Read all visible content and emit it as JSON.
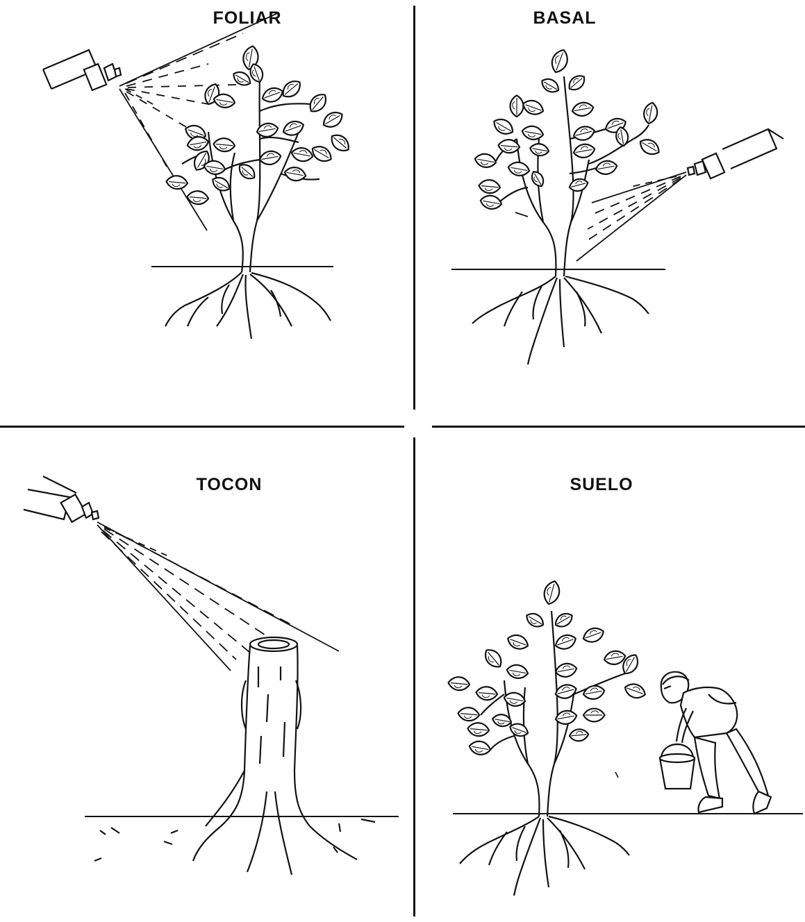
{
  "panels": {
    "foliar": {
      "title": "FOLIAR"
    },
    "basal": {
      "title": "BASAL"
    },
    "tocon": {
      "title": "TOCON"
    },
    "suelo": {
      "title": "SUELO"
    }
  },
  "colors": {
    "ink": "#111111",
    "paper": "#ffffff"
  },
  "icons": [
    "spray-nozzle-icon",
    "shrub-icon",
    "stump-icon",
    "worker-with-bucket-icon"
  ]
}
